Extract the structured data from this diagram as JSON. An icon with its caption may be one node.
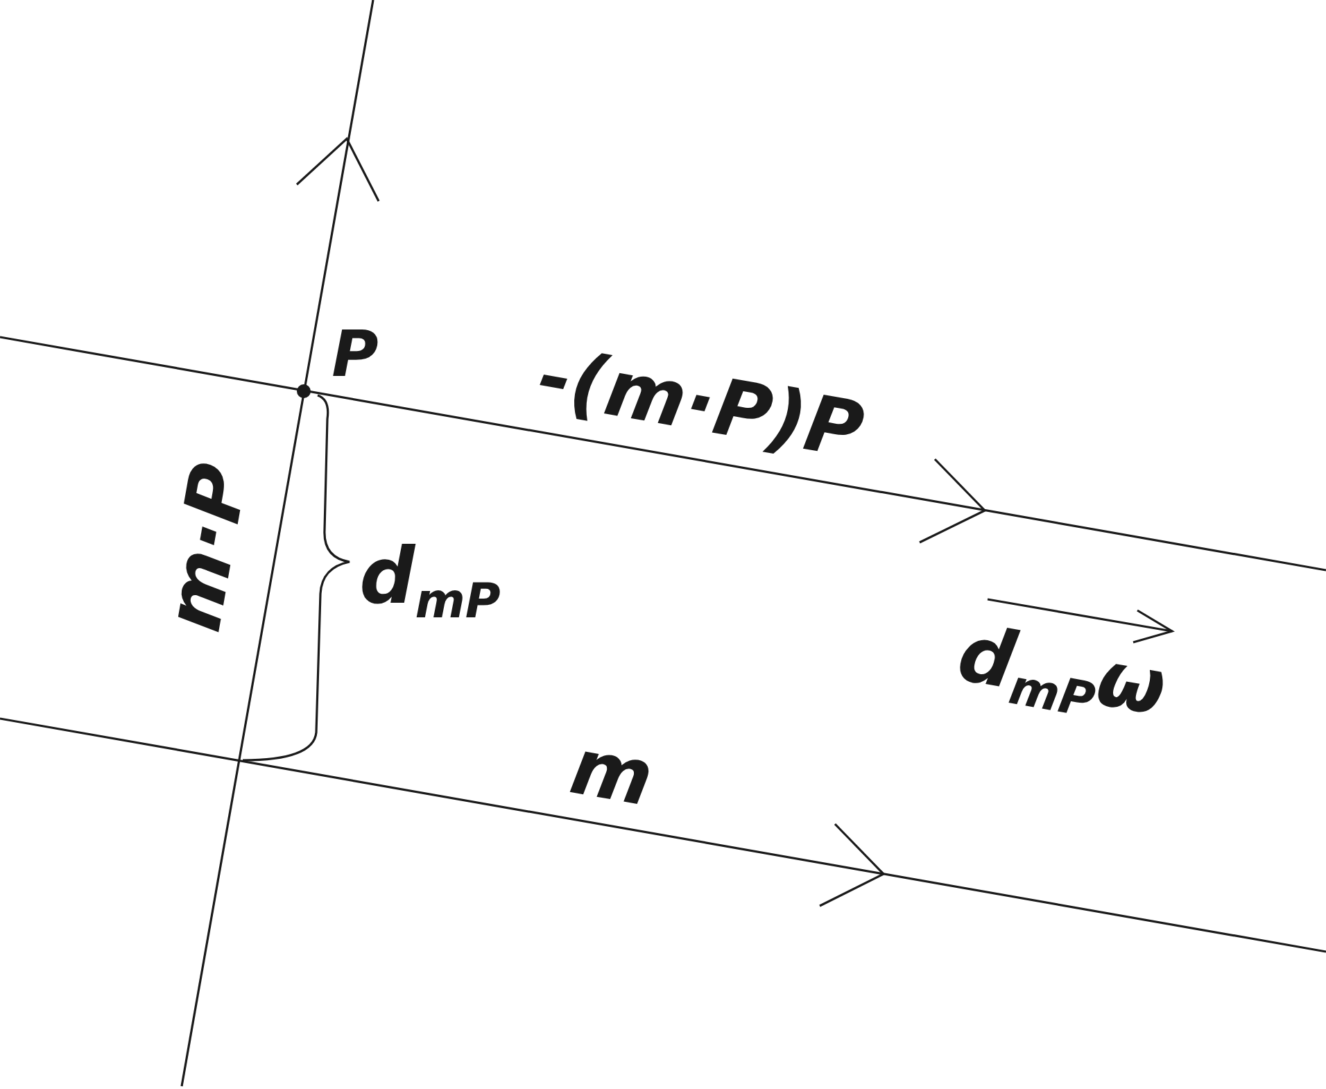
{
  "diagram": {
    "labels": [
      "P",
      "-(m·P)P",
      "m·P",
      "d$_{mP}$",
      "d$_{mP}$ω",
      "m"
    ]
  }
}
